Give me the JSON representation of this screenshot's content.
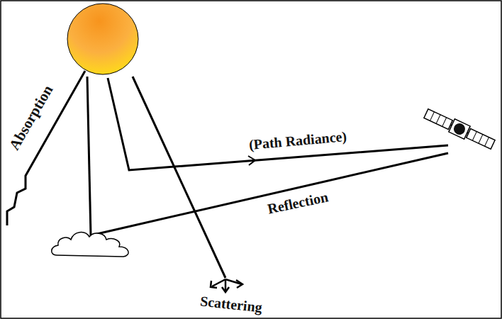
{
  "diagram": {
    "labels": [
      "Absorption",
      "(Path Radiance)",
      "Reflection",
      "Scattering"
    ]
  }
}
